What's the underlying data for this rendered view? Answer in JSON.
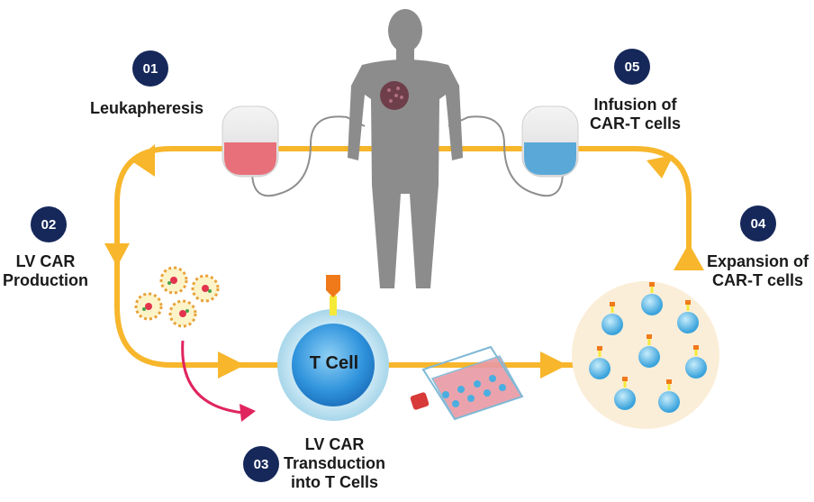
{
  "steps": [
    {
      "number": "01",
      "lines": [
        "Leukapheresis"
      ]
    },
    {
      "number": "02",
      "lines": [
        "LV CAR",
        "Production"
      ]
    },
    {
      "number": "03",
      "lines": [
        "LV CAR",
        "Transduction",
        "into T Cells"
      ]
    },
    {
      "number": "04",
      "lines": [
        "Expansion of",
        "CAR-T cells"
      ]
    },
    {
      "number": "05",
      "lines": [
        "Infusion of",
        "CAR-T cells"
      ]
    }
  ],
  "tcell_label": "T Cell",
  "colors": {
    "loop": "#f7b62b",
    "badge": "#16285a",
    "silhouette": "#8c8c8c",
    "blood_bag": "#e8707a",
    "infusion_bag": "#5aa8d8",
    "tcell": "#3a9fe0",
    "arrow_magenta": "#e0245e"
  },
  "icons": [
    "human-silhouette-icon",
    "blood-bag-icon",
    "infusion-bag-icon",
    "virus-particle-icon",
    "t-cell-icon",
    "culture-flask-icon",
    "car-t-cell-icon"
  ]
}
